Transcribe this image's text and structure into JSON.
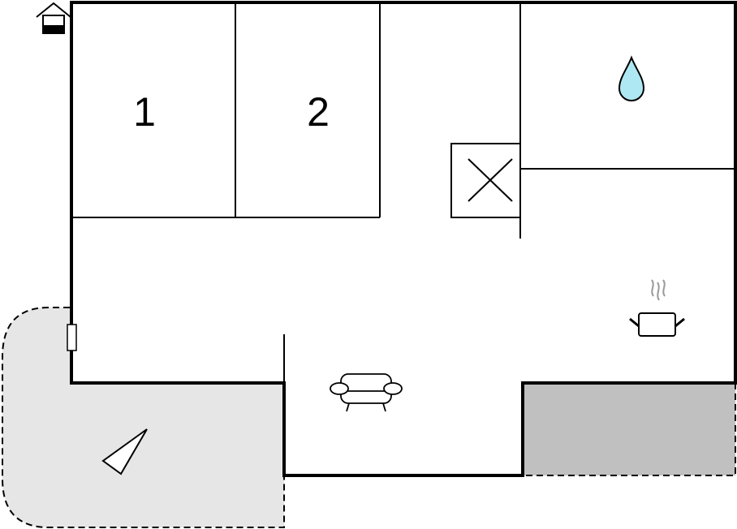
{
  "floor_plan": {
    "rooms": [
      {
        "id": "bedroom-1",
        "label": "1",
        "type": "bedroom"
      },
      {
        "id": "bedroom-2",
        "label": "2",
        "type": "bedroom"
      }
    ],
    "icons": {
      "entrance": "house-entrance-icon",
      "bathroom": "water-drop-icon",
      "chimney": "chimney-cross-icon",
      "kitchen": "cooking-pot-icon",
      "living_room": "sofa-icon",
      "terrace": "terrace-triangle-icon"
    },
    "colors": {
      "wall": "#000000",
      "background": "#ffffff",
      "terrace_fill": "#e6e6e6",
      "covered_area_fill": "#c0c0c0",
      "water_drop": "#aee8f3",
      "steam": "#999999"
    }
  }
}
